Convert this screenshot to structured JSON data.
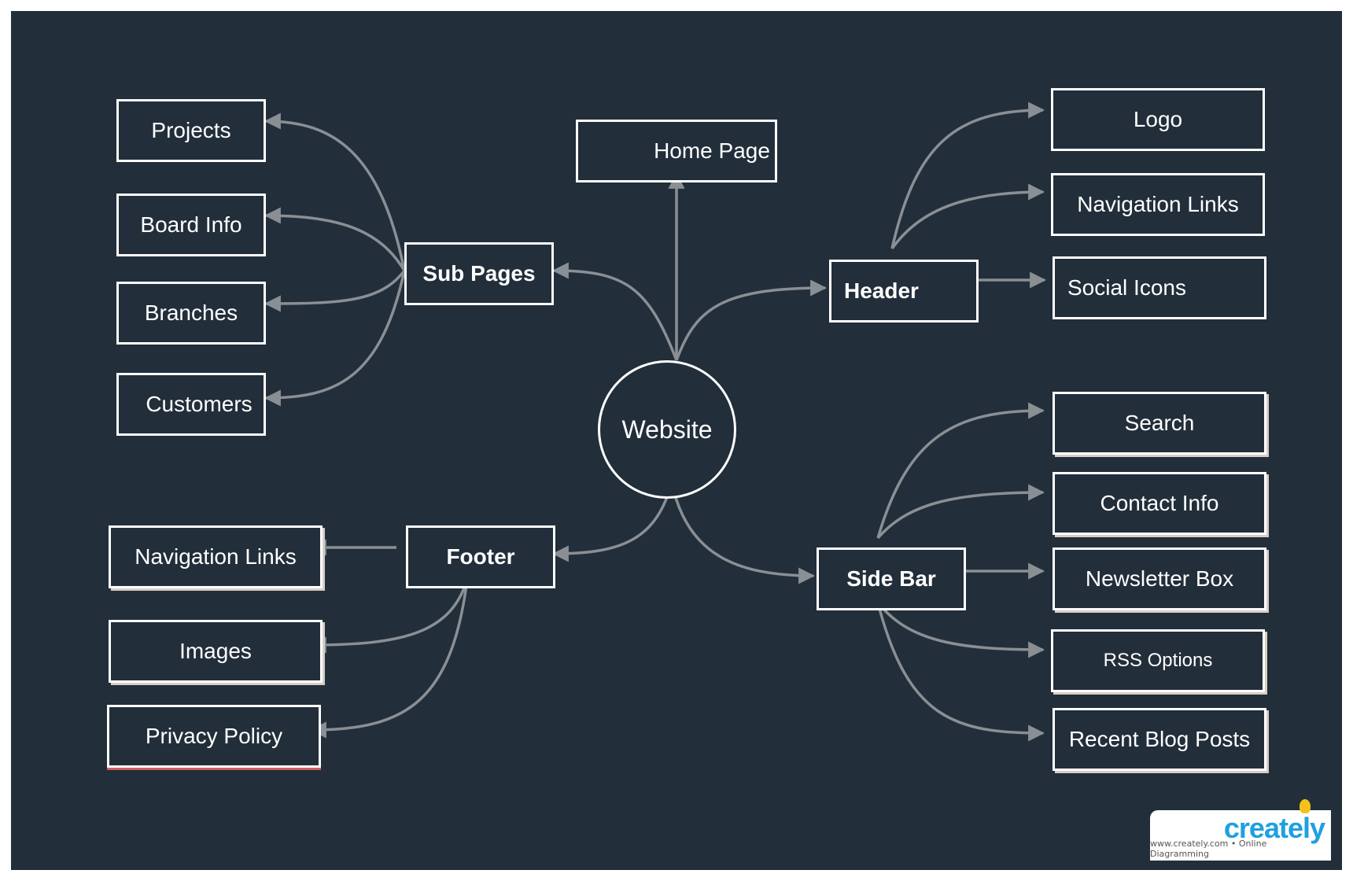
{
  "colors": {
    "background": "#222e3a",
    "node_border": "#ffffff",
    "connector": "#8a8f94"
  },
  "nodes": {
    "center": "Website",
    "home_page": "Home Page",
    "sub_pages": "Sub Pages",
    "projects": "Projects",
    "board_info": "Board Info",
    "branches": "Branches",
    "customers": "Customers",
    "header": "Header",
    "logo": "Logo",
    "header_navigation_links": "Navigation Links",
    "social_icons": "Social Icons",
    "footer": "Footer",
    "footer_navigation_links": "Navigation Links",
    "images": "Images",
    "privacy_policy": "Privacy Policy",
    "side_bar": "Side Bar",
    "search": "Search",
    "contact_info": "Contact Info",
    "newsletter_box": "Newsletter Box",
    "rss_options": "RSS Options",
    "recent_blog_posts": "Recent Blog Posts"
  },
  "watermark": {
    "brand": "creately",
    "tagline": "www.creately.com • Online Diagramming"
  }
}
